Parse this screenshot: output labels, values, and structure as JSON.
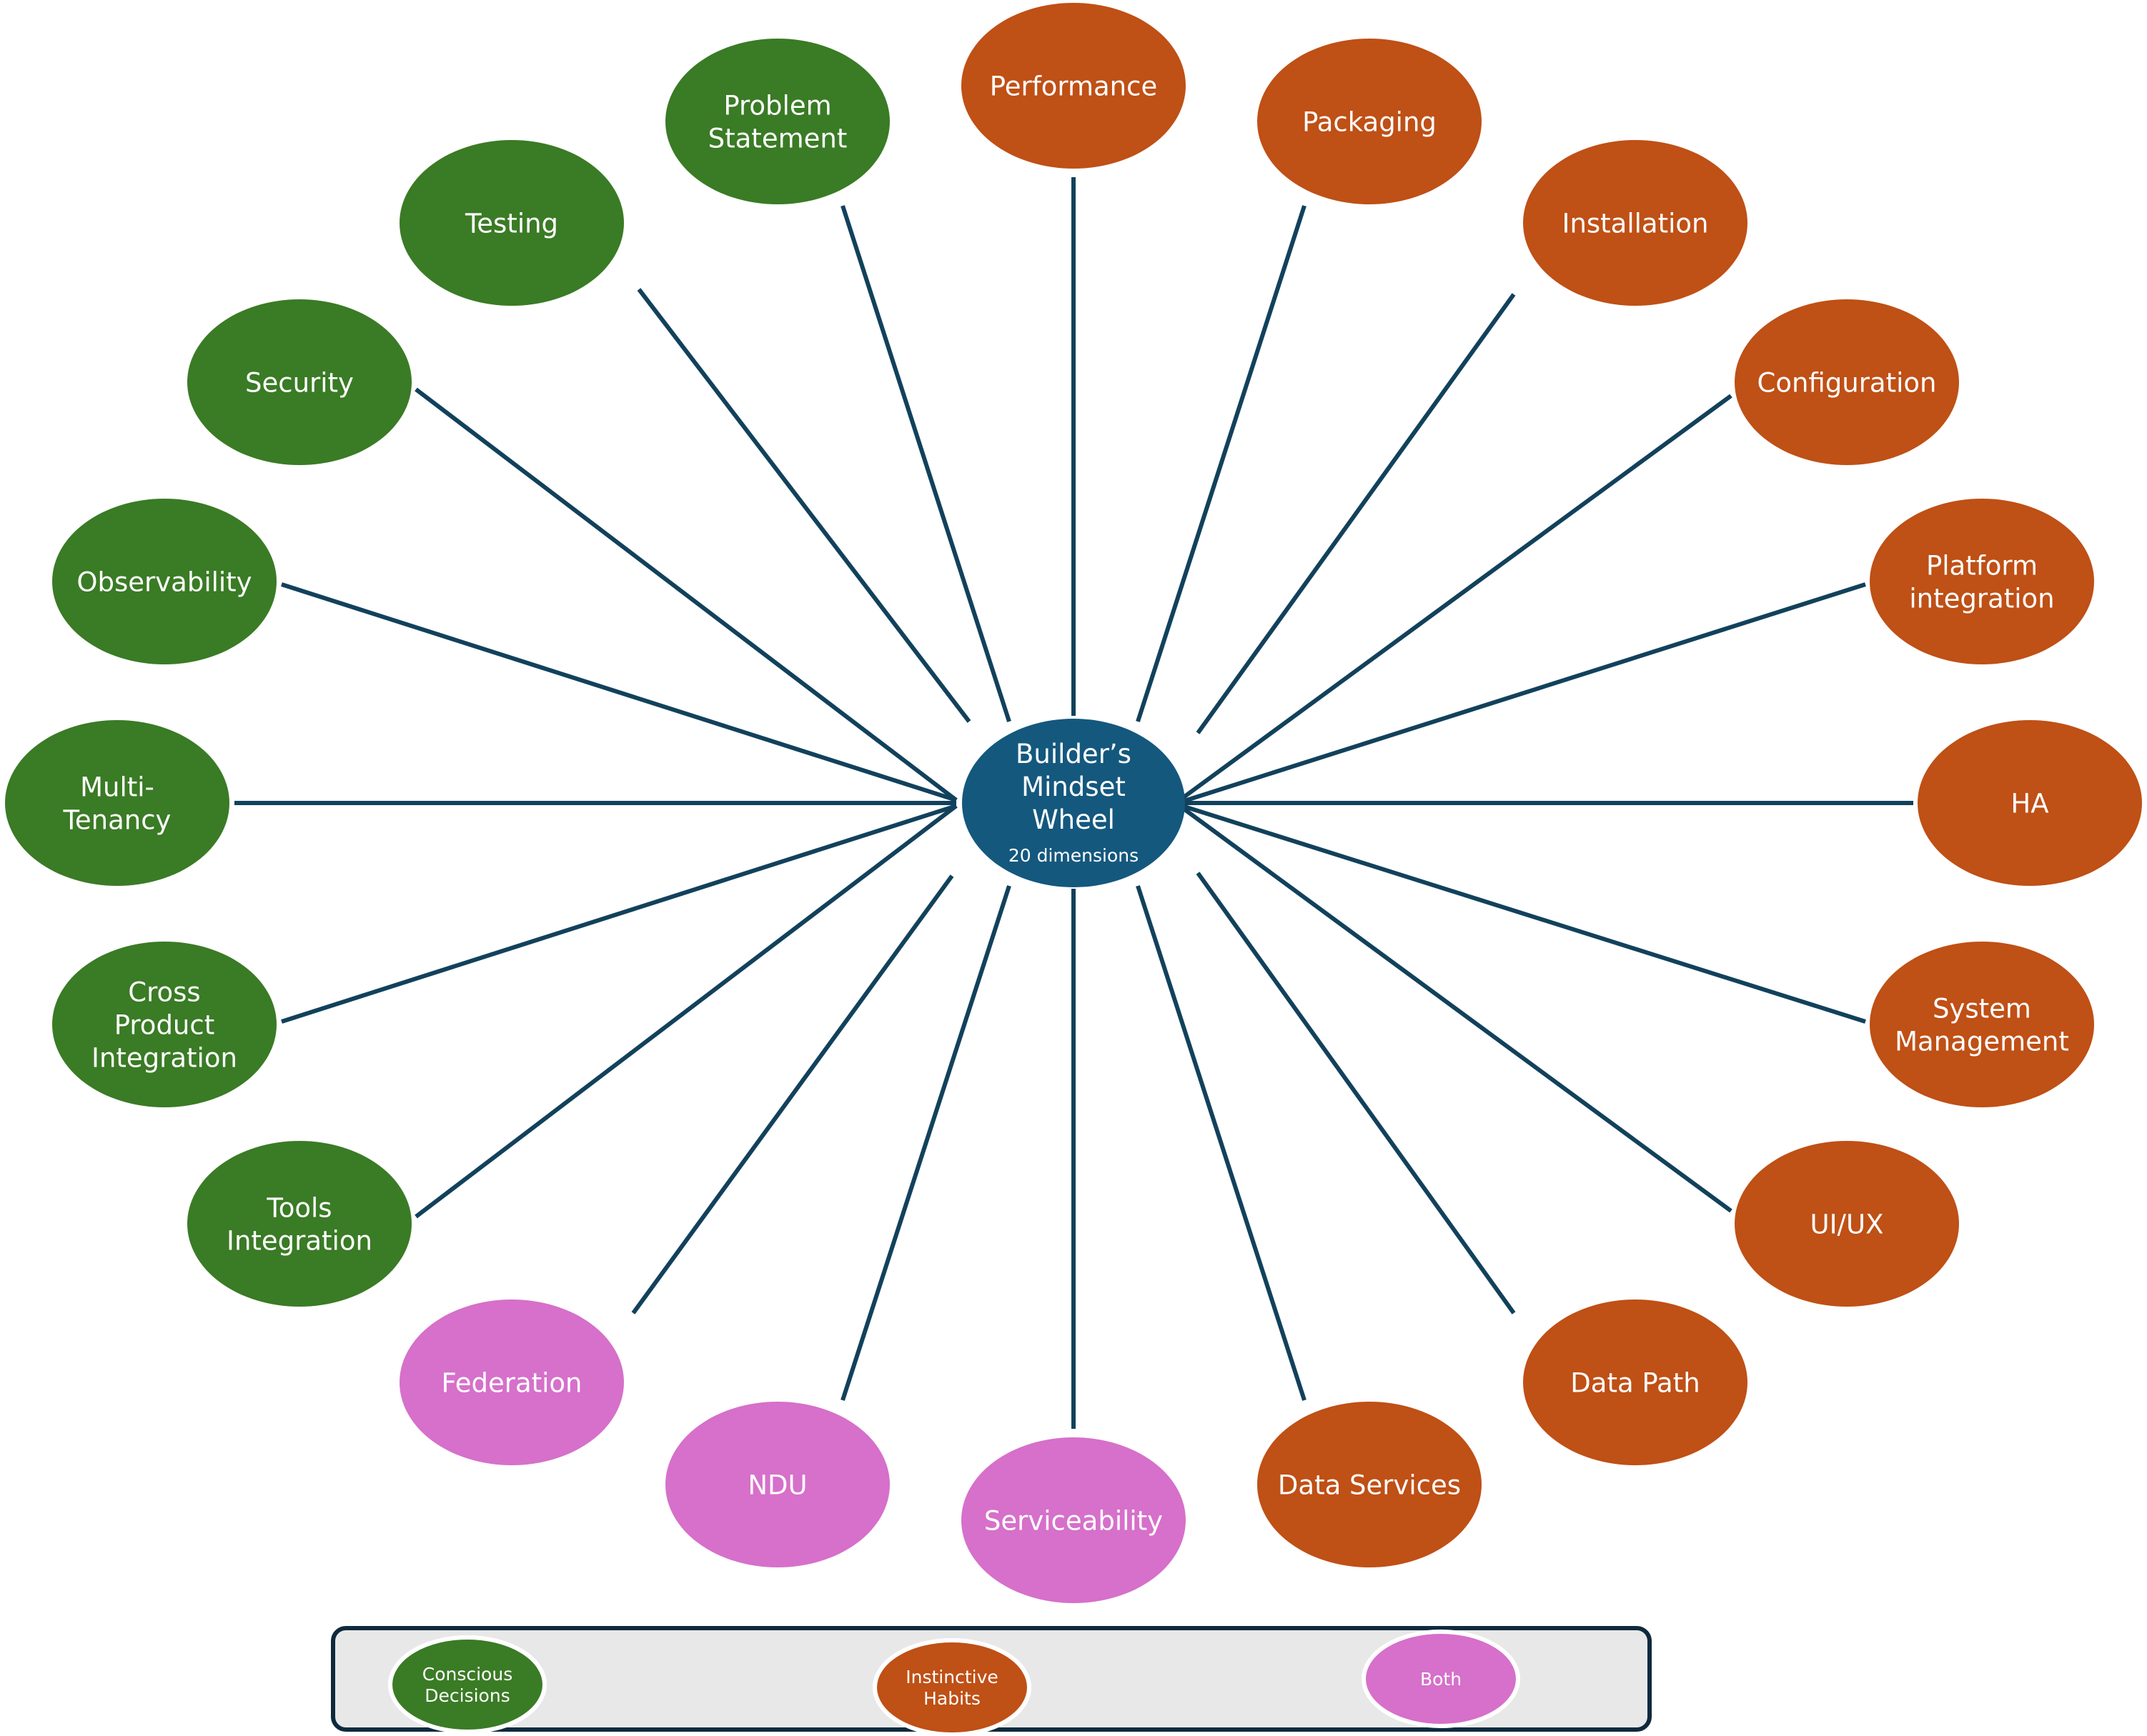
{
  "colors": {
    "conscious": "#3a7b25",
    "instinctive": "#bf5016",
    "both": "#d670ca",
    "center": "#14587e",
    "line": "#12415c",
    "legend_bg": "#e8e8e8",
    "legend_border": "#0f2a3d"
  },
  "center": {
    "lines": [
      "Builder’s",
      "Mindset",
      "Wheel"
    ],
    "subtitle": "20 dimensions"
  },
  "nodes": [
    {
      "id": "performance",
      "lines": [
        "Performance"
      ],
      "category": "instinctive"
    },
    {
      "id": "packaging",
      "lines": [
        "Packaging"
      ],
      "category": "instinctive"
    },
    {
      "id": "installation",
      "lines": [
        "Installation"
      ],
      "category": "instinctive"
    },
    {
      "id": "configuration",
      "lines": [
        "Configuration"
      ],
      "category": "instinctive"
    },
    {
      "id": "platform-integration",
      "lines": [
        "Platform",
        "integration"
      ],
      "category": "instinctive"
    },
    {
      "id": "ha",
      "lines": [
        "HA"
      ],
      "category": "instinctive"
    },
    {
      "id": "system-management",
      "lines": [
        "System",
        "Management"
      ],
      "category": "instinctive"
    },
    {
      "id": "ui-ux",
      "lines": [
        "UI/UX"
      ],
      "category": "instinctive"
    },
    {
      "id": "data-path",
      "lines": [
        "Data Path"
      ],
      "category": "instinctive"
    },
    {
      "id": "data-services",
      "lines": [
        "Data Services"
      ],
      "category": "instinctive"
    },
    {
      "id": "serviceability",
      "lines": [
        "Serviceability"
      ],
      "category": "both"
    },
    {
      "id": "ndu",
      "lines": [
        "NDU"
      ],
      "category": "both"
    },
    {
      "id": "federation",
      "lines": [
        "Federation"
      ],
      "category": "both"
    },
    {
      "id": "tools-integration",
      "lines": [
        "Tools",
        "Integration"
      ],
      "category": "conscious"
    },
    {
      "id": "cross-product-integration",
      "lines": [
        "Cross",
        "Product",
        "Integration"
      ],
      "category": "conscious"
    },
    {
      "id": "multi-tenancy",
      "lines": [
        "Multi-",
        "Tenancy"
      ],
      "category": "conscious"
    },
    {
      "id": "observability",
      "lines": [
        "Observability"
      ],
      "category": "conscious"
    },
    {
      "id": "security",
      "lines": [
        "Security"
      ],
      "category": "conscious"
    },
    {
      "id": "testing",
      "lines": [
        "Testing"
      ],
      "category": "conscious"
    },
    {
      "id": "problem-statement",
      "lines": [
        "Problem",
        "Statement"
      ],
      "category": "conscious"
    }
  ],
  "legend": [
    {
      "lines": [
        "Conscious",
        "Decisions"
      ],
      "category": "conscious"
    },
    {
      "lines": [
        "Instinctive",
        "Habits"
      ],
      "category": "instinctive"
    },
    {
      "lines": [
        "Both"
      ],
      "category": "both"
    }
  ]
}
